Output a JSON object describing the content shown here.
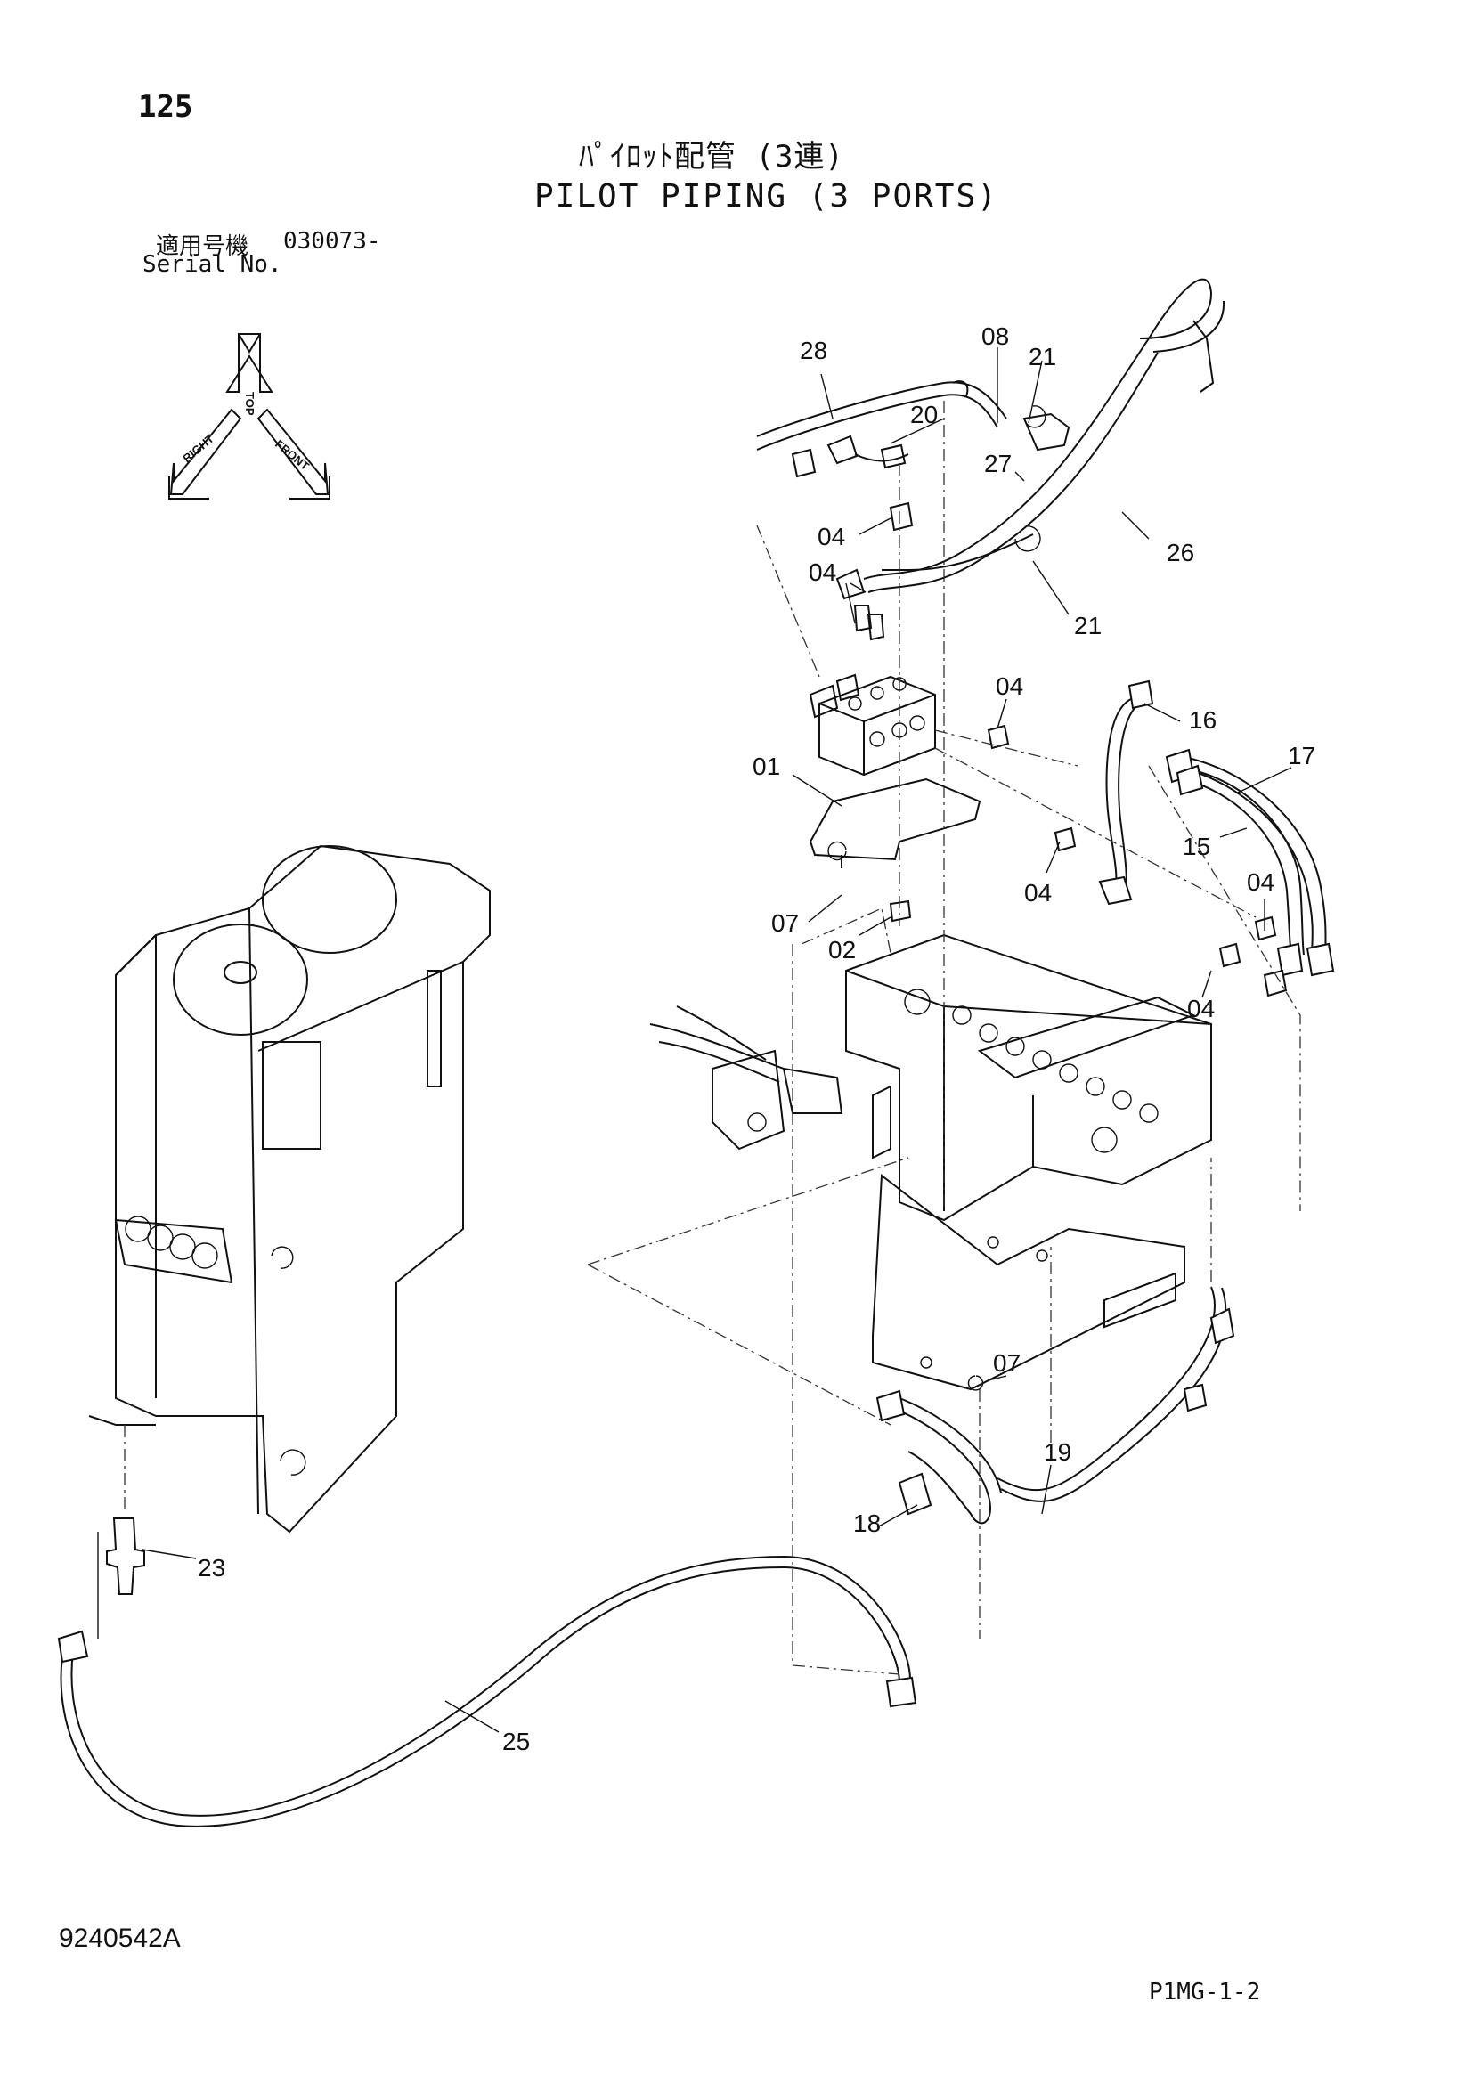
{
  "header": {
    "page_number": "125",
    "title_jp": "ﾊﾟｲﾛｯﾄ配管 (3連)",
    "title_en": "PILOT PIPING (3 PORTS)",
    "serial_label_jp": "適用号機",
    "serial_value": "030073-",
    "serial_label_en": "Serial No."
  },
  "orientation_marker": {
    "labels": [
      "TOP",
      "RIGHT",
      "FRONT"
    ]
  },
  "callouts": [
    {
      "id": "28",
      "label": "28"
    },
    {
      "id": "08",
      "label": "08"
    },
    {
      "id": "21a",
      "label": "21"
    },
    {
      "id": "20",
      "label": "20"
    },
    {
      "id": "27",
      "label": "27"
    },
    {
      "id": "26",
      "label": "26"
    },
    {
      "id": "04a",
      "label": "04"
    },
    {
      "id": "04b",
      "label": "04"
    },
    {
      "id": "21b",
      "label": "21"
    },
    {
      "id": "04c",
      "label": "04"
    },
    {
      "id": "16",
      "label": "16"
    },
    {
      "id": "17",
      "label": "17"
    },
    {
      "id": "01",
      "label": "01"
    },
    {
      "id": "15",
      "label": "15"
    },
    {
      "id": "04d",
      "label": "04"
    },
    {
      "id": "04e",
      "label": "04"
    },
    {
      "id": "07a",
      "label": "07"
    },
    {
      "id": "02",
      "label": "02"
    },
    {
      "id": "04f",
      "label": "04"
    },
    {
      "id": "07b",
      "label": "07"
    },
    {
      "id": "19",
      "label": "19"
    },
    {
      "id": "18",
      "label": "18"
    },
    {
      "id": "23",
      "label": "23"
    },
    {
      "id": "25",
      "label": "25"
    }
  ],
  "footer": {
    "document_code": "9240542A",
    "sheet_code": "P1MG-1-2"
  }
}
